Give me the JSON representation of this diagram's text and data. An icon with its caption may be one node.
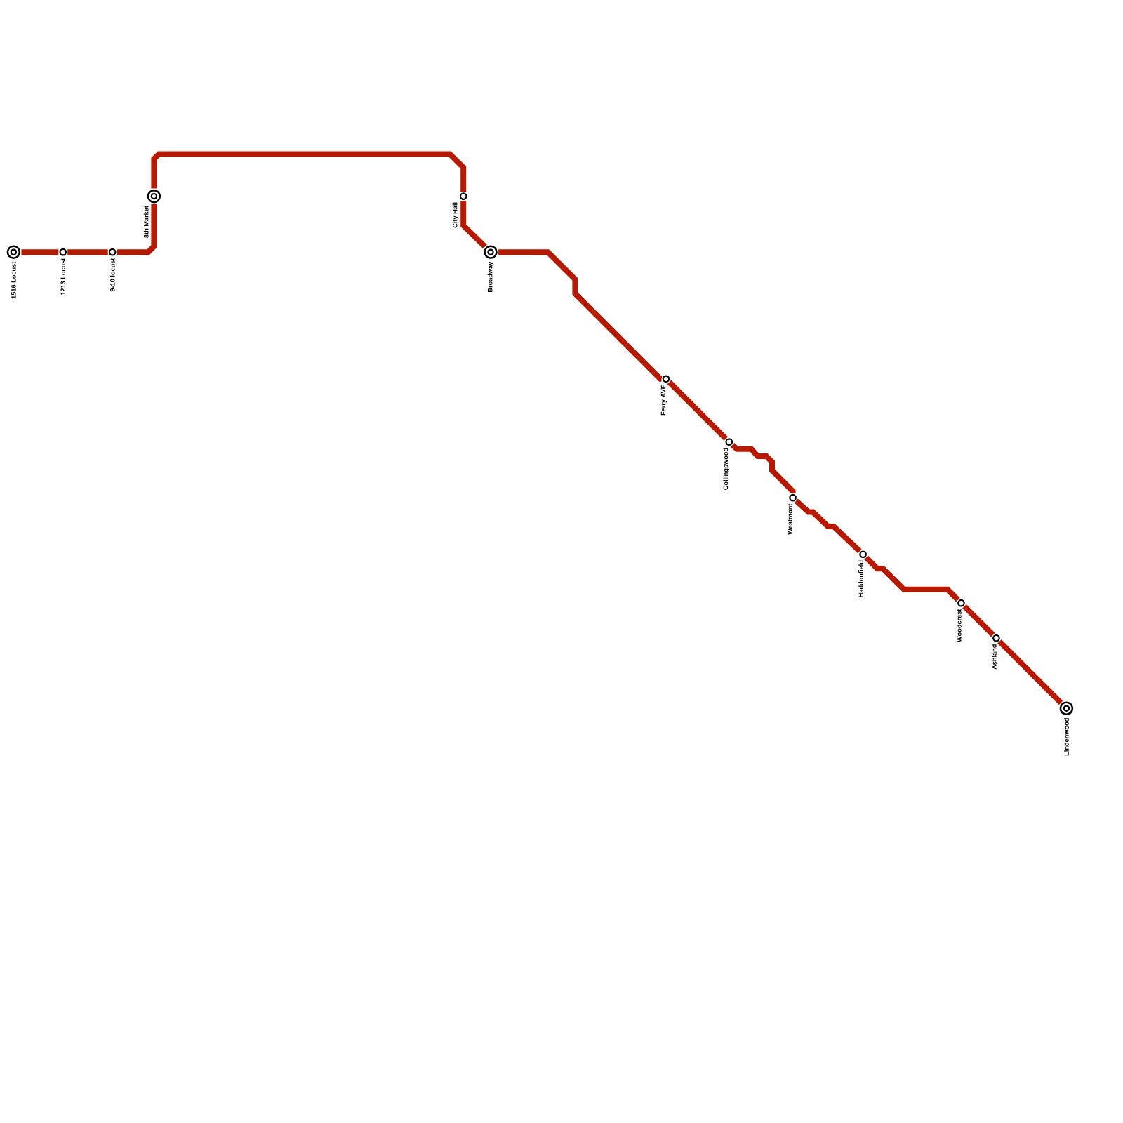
{
  "diagram": {
    "nodes": [
      {
        "text": [
          "1516 Locust"
        ]
      },
      {
        "text": [
          "1213 Locust"
        ]
      },
      {
        "text": [
          "9-10 locust"
        ]
      },
      {
        "text": [
          "8th Market"
        ]
      },
      {
        "text": [
          "City Hall"
        ]
      },
      {
        "text": [
          "Broadway"
        ]
      },
      {
        "text": [
          "Ferry AVE"
        ]
      },
      {
        "text": [
          "Collingswood"
        ]
      },
      {
        "text": [
          "Westmont"
        ]
      },
      {
        "text": [
          "Haddonfield"
        ]
      },
      {
        "text": [
          "Woodcrest"
        ]
      },
      {
        "text": [
          "Ashland"
        ]
      },
      {
        "text": [
          "Lindenwood"
        ]
      }
    ],
    "edges": [
      {
        "from": 0,
        "to": 1,
        "arrow": "none"
      },
      {
        "from": 1,
        "to": 2,
        "arrow": "none"
      },
      {
        "from": 2,
        "to": 3,
        "arrow": "none"
      },
      {
        "from": 3,
        "to": 4,
        "arrow": "none"
      },
      {
        "from": 4,
        "to": 5,
        "arrow": "none"
      },
      {
        "from": 5,
        "to": 6,
        "arrow": "none"
      },
      {
        "from": 6,
        "to": 7,
        "arrow": "none"
      },
      {
        "from": 7,
        "to": 8,
        "arrow": "none"
      },
      {
        "from": 8,
        "to": 9,
        "arrow": "none"
      },
      {
        "from": 9,
        "to": 10,
        "arrow": "none"
      },
      {
        "from": 10,
        "to": 11,
        "arrow": "none"
      },
      {
        "from": 11,
        "to": 12,
        "arrow": "none"
      }
    ]
  }
}
